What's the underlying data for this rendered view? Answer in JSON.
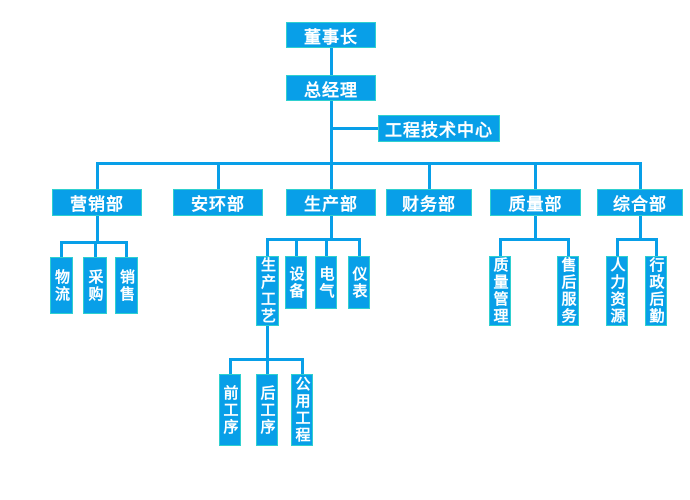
{
  "diagram": {
    "type": "org-chart",
    "tree": {
      "label": "董事长",
      "children": [
        {
          "label": "总经理",
          "children": [
            {
              "label": "工程技术中心"
            },
            {
              "label": "营销部",
              "children": [
                {
                  "label": "物流"
                },
                {
                  "label": "采购"
                },
                {
                  "label": "销售"
                }
              ]
            },
            {
              "label": "安环部"
            },
            {
              "label": "生产部",
              "children": [
                {
                  "label": "生产工艺",
                  "children": [
                    {
                      "label": "前工序"
                    },
                    {
                      "label": "后工序"
                    },
                    {
                      "label": "公用工程"
                    }
                  ]
                },
                {
                  "label": "设备"
                },
                {
                  "label": "电气"
                },
                {
                  "label": "仪表"
                }
              ]
            },
            {
              "label": "财务部"
            },
            {
              "label": "质量部",
              "children": [
                {
                  "label": "质量管理"
                },
                {
                  "label": "售后服务"
                }
              ]
            },
            {
              "label": "综合部",
              "children": [
                {
                  "label": "人力资源"
                },
                {
                  "label": "行政后勤"
                }
              ]
            }
          ]
        }
      ]
    },
    "colors": {
      "node_fill": "#089fe8",
      "node_border": "#2fd0cf",
      "node_text": "#ffffff",
      "connector": "#089fe8",
      "background": "#ffffff"
    }
  }
}
